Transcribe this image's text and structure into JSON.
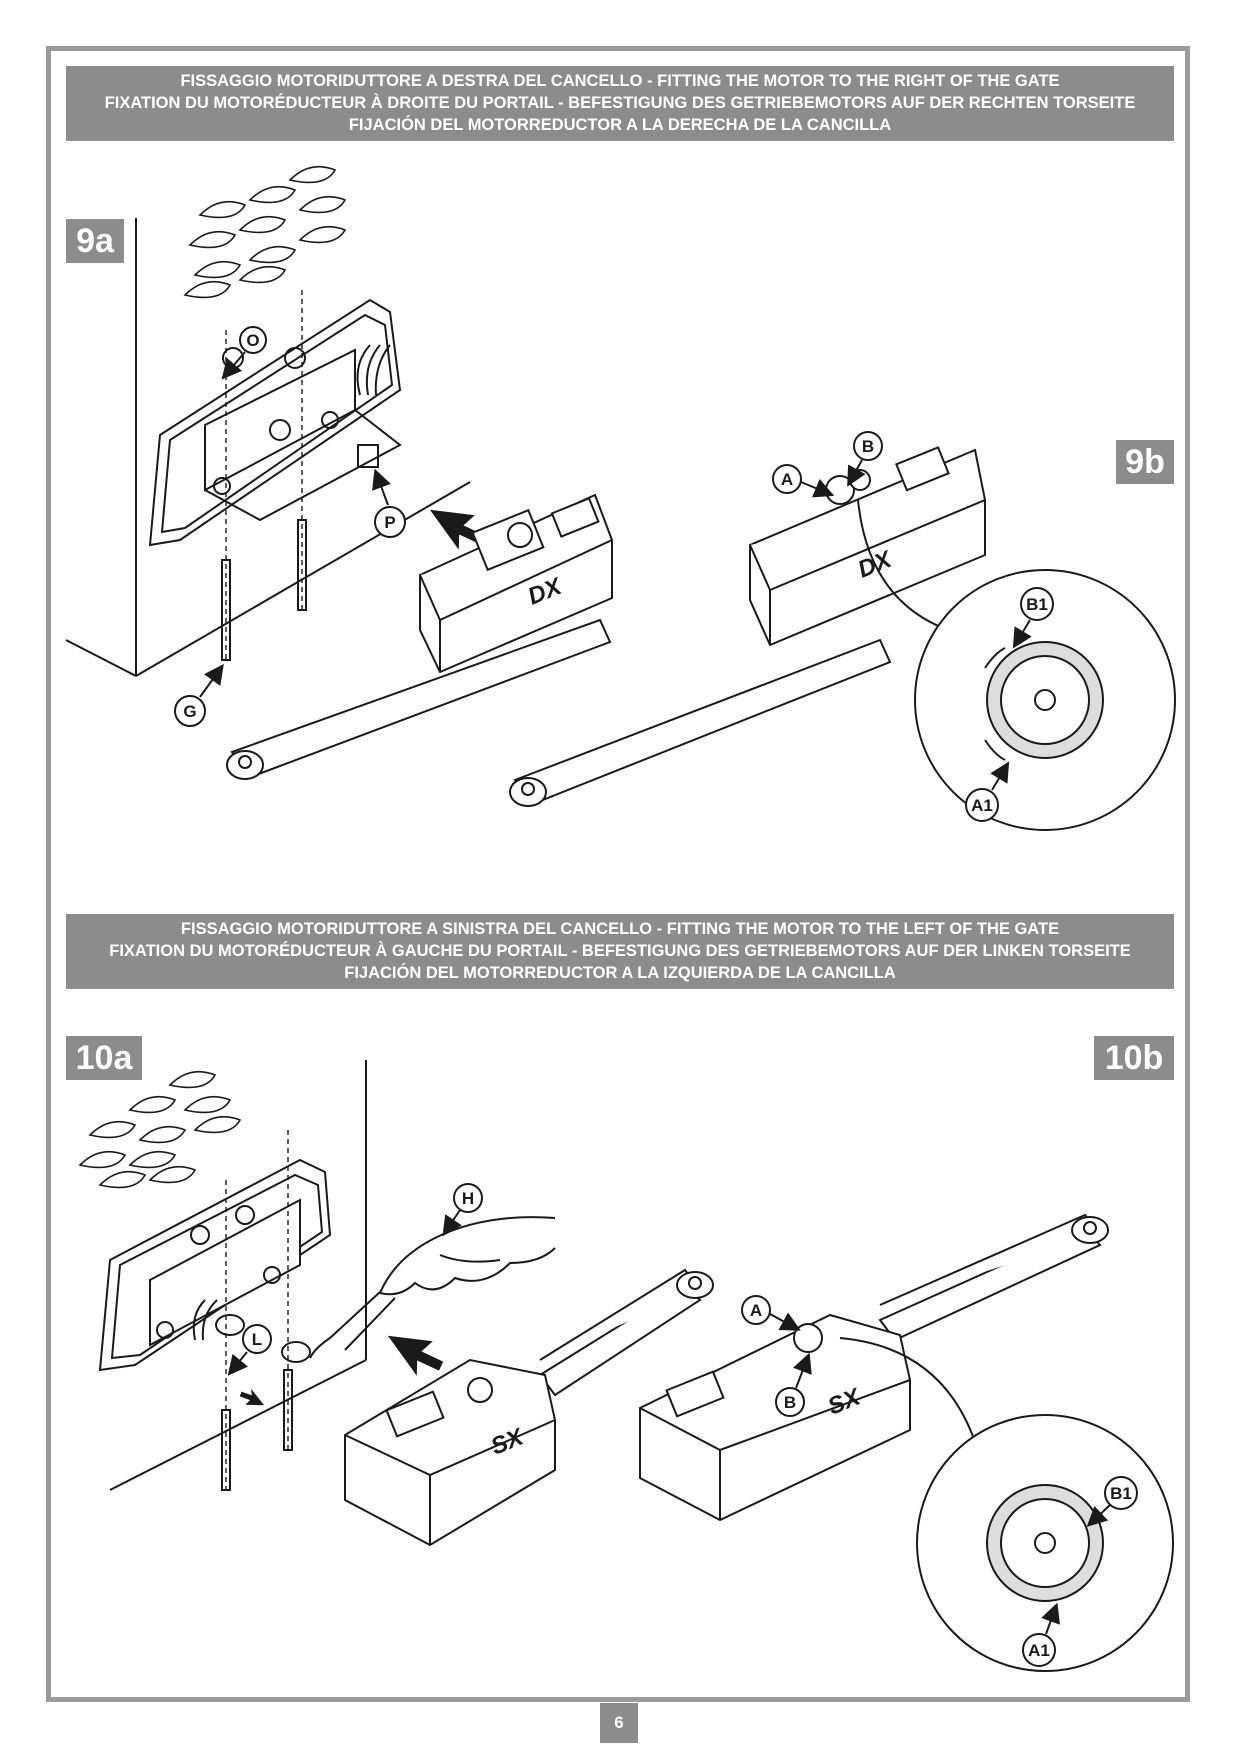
{
  "section_top": {
    "line1": "FISSAGGIO MOTORIDUTTORE A DESTRA DEL CANCELLO  - FITTING THE MOTOR TO THE RIGHT OF THE GATE",
    "line2": "FIXATION DU MOTORÉDUCTEUR À DROITE DU PORTAIL - BEFESTIGUNG DES GETRIEBEMOTORS AUF DER RECHTEN TORSEITE",
    "line3": "FIJACIÓN DEL MOTORREDUCTOR A LA DERECHA DE LA CANCILLA"
  },
  "section_bottom": {
    "line1": "FISSAGGIO MOTORIDUTTORE A SINISTRA DEL CANCELLO - FITTING THE MOTOR TO THE LEFT OF THE GATE",
    "line2": "FIXATION DU MOTORÉDUCTEUR À GAUCHE DU PORTAIL - BEFESTIGUNG DES GETRIEBEMOTORS AUF DER LINKEN TORSEITE",
    "line3": "FIJACIÓN DEL MOTORREDUCTOR A LA IZQUIERDA DE LA CANCILLA"
  },
  "figures": {
    "fig9a": "9a",
    "fig9b": "9b",
    "fig10a": "10a",
    "fig10b": "10b"
  },
  "callouts": {
    "o": "O",
    "p": "P",
    "g": "G",
    "a": "A",
    "b": "B",
    "b1": "B1",
    "a1": "A1",
    "h": "H",
    "l": "L",
    "a_sx": "A",
    "b_sx": "B",
    "b1_sx": "B1",
    "a1_sx": "A1"
  },
  "motor_labels": {
    "dx1": "DX",
    "dx2": "DX",
    "sx1": "SX",
    "sx2": "SX"
  },
  "page_number": "6",
  "colors": {
    "banner": "#8c8c8c",
    "frame": "#9a9a9a",
    "ink": "#1a1a1a"
  }
}
